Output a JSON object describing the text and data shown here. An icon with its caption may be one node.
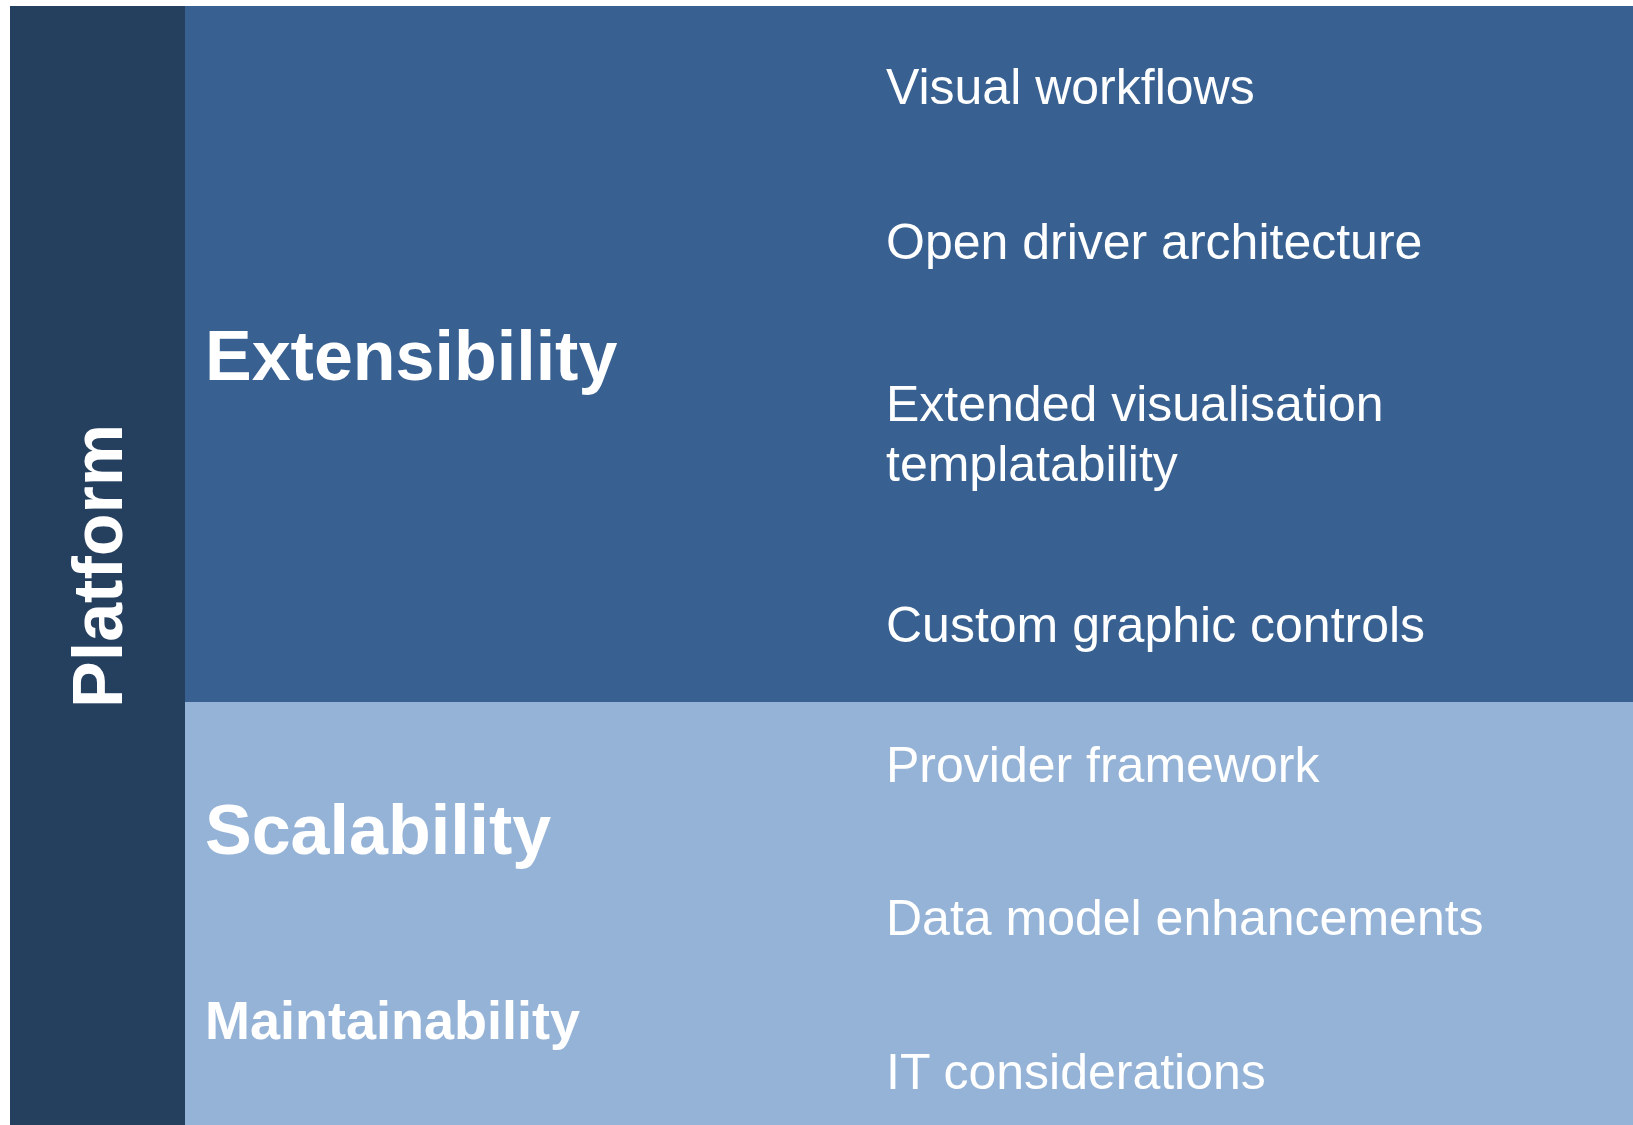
{
  "diagram": {
    "nodes": [
      {
        "text": [
          "Platform"
        ]
      },
      {
        "text": [
          "Extensibility",
          "Visual workflows",
          "Open driver architecture",
          "Extended visualisation templatability",
          "Custom graphic controls"
        ]
      },
      {
        "text": [
          "Scalability",
          "Maintainability",
          "Provider framework",
          "Data model enhancements",
          "IT considerations"
        ]
      }
    ]
  }
}
